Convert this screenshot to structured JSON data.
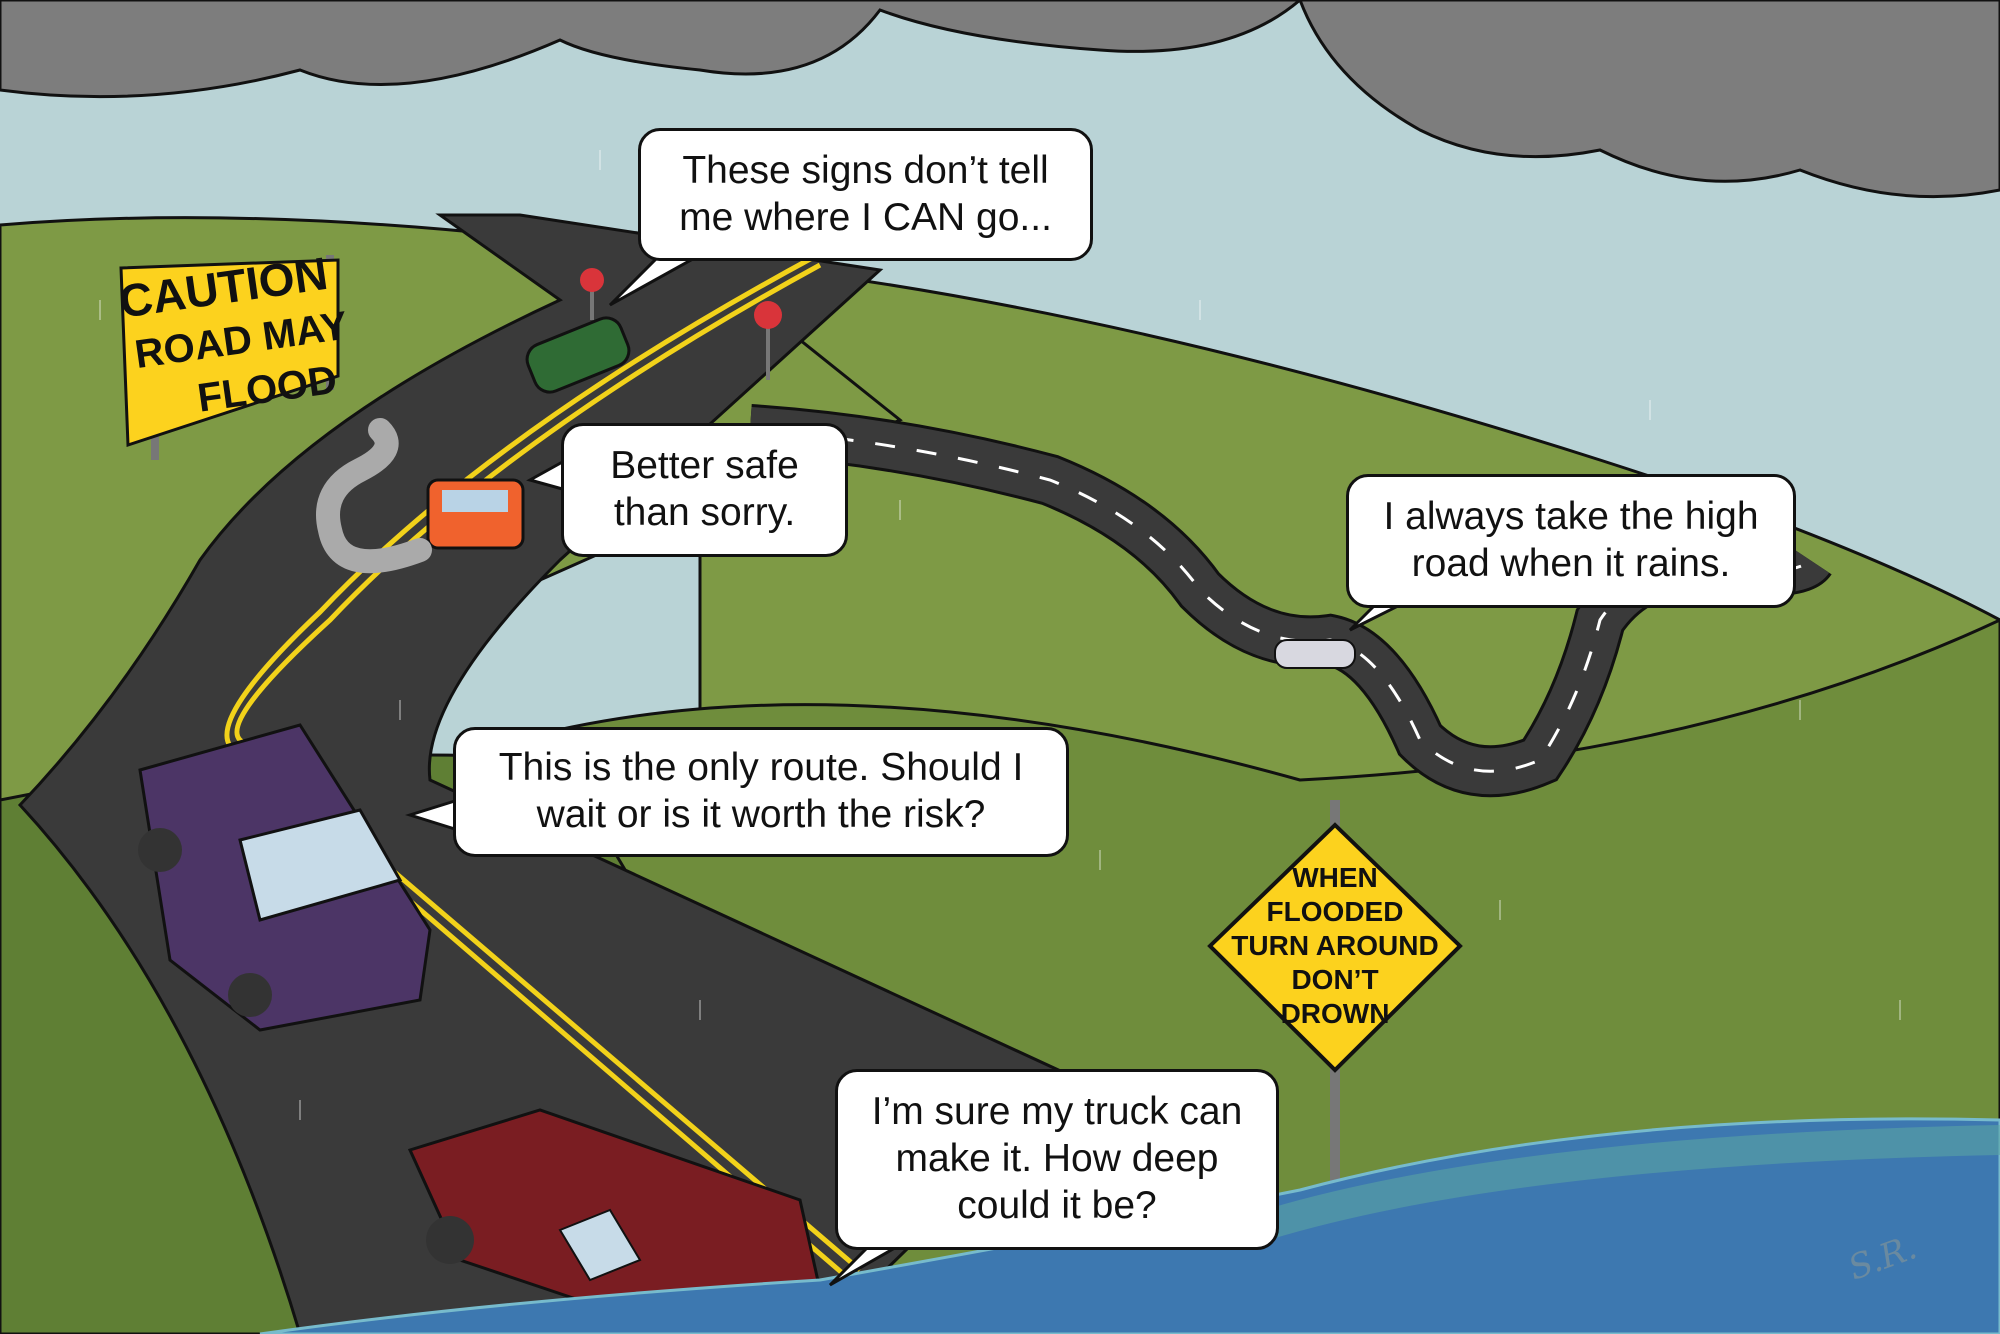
{
  "scene": {
    "colors": {
      "sky": "#b9d3d6",
      "clouds": "#7d7d7d",
      "hills": "#7e9a45",
      "hills_dark": "#5f7f34",
      "road": "#3a3a3a",
      "road_line": "#f2d21a",
      "water": "#3d78b0",
      "sign_yellow": "#fcd21e",
      "stop_sign": "#d9343a"
    }
  },
  "bubbles": [
    {
      "text": "These signs don’t tell me where I CAN go..."
    },
    {
      "text": "Better safe than sorry."
    },
    {
      "text": "I always take the high road when it rains."
    },
    {
      "text": "This is the only route. Should I wait or is it worth the risk?"
    },
    {
      "text": "I’m sure my truck can make it. How deep could it be?"
    }
  ],
  "signs": {
    "caution": {
      "line1": "CAUTION",
      "line2": "ROAD MAY",
      "line3": "FLOOD"
    },
    "diamond": {
      "lines": [
        "WHEN",
        "FLOODED",
        "TURN AROUND",
        "DON’T",
        "DROWN"
      ]
    }
  },
  "signature": "S.R."
}
